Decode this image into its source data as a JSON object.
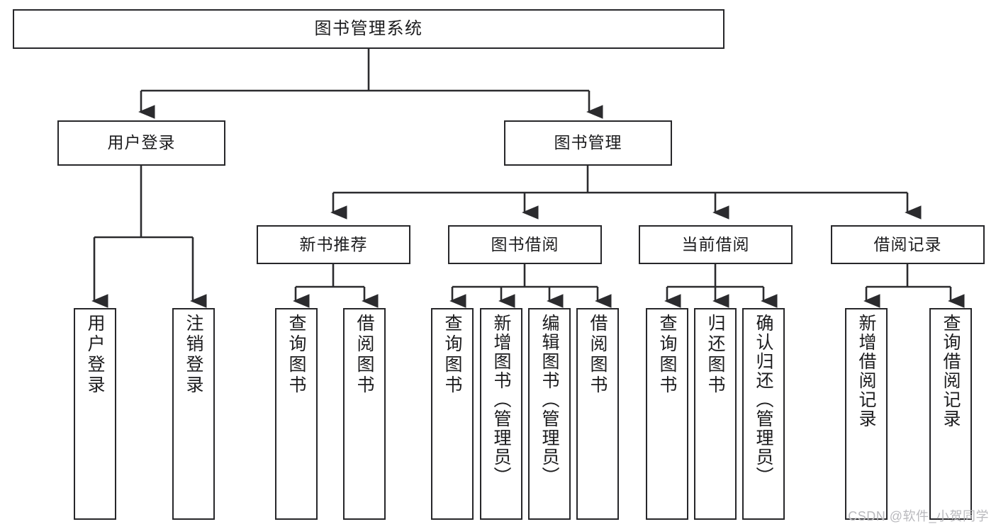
{
  "diagram": {
    "title": "图书管理系统",
    "type": "tree",
    "orientation": "top-down",
    "colors": {
      "box_border": "#27272a",
      "box_fill": "#ffffff",
      "edge": "#2b2b2e",
      "text": "#1c1c1e",
      "watermark": "#b9b9bd"
    }
  },
  "watermark": {
    "text": "CSDN @软件_小贺同学"
  },
  "nodes": {
    "root": {
      "label": "图书管理系统",
      "level": 1
    },
    "level2": [
      {
        "id": "user-login",
        "label": "用户登录"
      },
      {
        "id": "book-manage",
        "label": "图书管理"
      }
    ],
    "level3": [
      {
        "id": "new-book-recommend",
        "label": "新书推荐",
        "parent": "book-manage"
      },
      {
        "id": "book-borrow",
        "label": "图书借阅",
        "parent": "book-manage"
      },
      {
        "id": "current-borrow",
        "label": "当前借阅",
        "parent": "book-manage"
      },
      {
        "id": "borrow-record",
        "label": "借阅记录",
        "parent": "book-manage"
      }
    ],
    "leaves": {
      "user-login": [
        {
          "id": "leaf-user-login",
          "label": "用户登录"
        },
        {
          "id": "leaf-logout",
          "label": "注销登录"
        }
      ],
      "new-book-recommend": [
        {
          "id": "leaf-query-book-1",
          "label": "查询图书"
        },
        {
          "id": "leaf-borrow-book-1",
          "label": "借阅图书"
        }
      ],
      "book-borrow": [
        {
          "id": "leaf-query-book-2",
          "label": "查询图书"
        },
        {
          "id": "leaf-add-book",
          "label": "新增图书（管理员）"
        },
        {
          "id": "leaf-edit-book",
          "label": "编辑图书（管理员）"
        },
        {
          "id": "leaf-borrow-book-2",
          "label": "借阅图书"
        }
      ],
      "current-borrow": [
        {
          "id": "leaf-query-book-3",
          "label": "查询图书"
        },
        {
          "id": "leaf-return-book",
          "label": "归还图书"
        },
        {
          "id": "leaf-confirm-return",
          "label": "确认归还（管理员）"
        }
      ],
      "borrow-record": [
        {
          "id": "leaf-add-record",
          "label": "新增借阅记录"
        },
        {
          "id": "leaf-query-record",
          "label": "查询借阅记录"
        }
      ]
    }
  }
}
